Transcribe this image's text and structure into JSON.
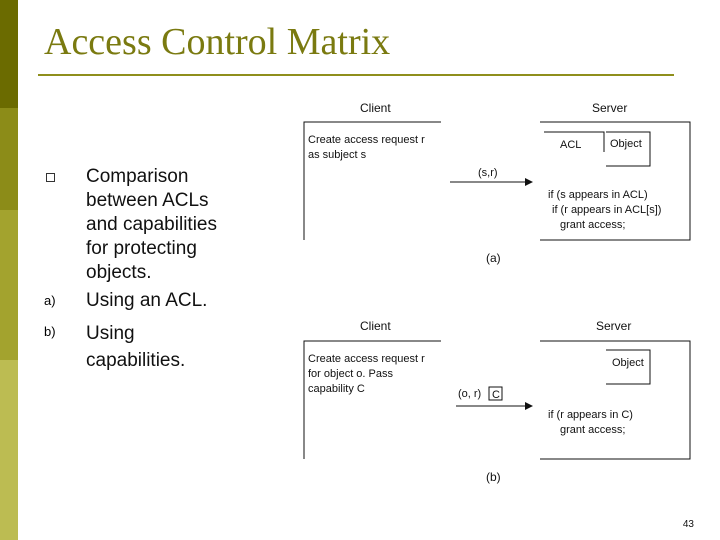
{
  "slide": {
    "title": "Access Control Matrix",
    "page_number": "43"
  },
  "bullets": [
    {
      "marker": "",
      "text_lines": [
        "Comparison",
        "between ACLs",
        "and capabilities",
        "for protecting",
        "objects."
      ]
    },
    {
      "marker": "a)",
      "text_lines": [
        "Using an ACL."
      ]
    },
    {
      "marker": "b)",
      "text_lines": [
        "Using",
        "capabilities."
      ]
    }
  ],
  "diagram": {
    "part_a": {
      "client_label": "Client",
      "server_label": "Server",
      "client_text": [
        "Create access request r",
        "as subject s"
      ],
      "message": "(s,r)",
      "acl_label": "ACL",
      "object_label": "Object",
      "server_text": [
        "if (s appears in ACL)",
        "if (r appears in ACL[s])",
        "grant access;"
      ],
      "caption": "(a)"
    },
    "part_b": {
      "client_label": "Client",
      "server_label": "Server",
      "client_text": [
        "Create access request r",
        "for object o. Pass",
        "capability C"
      ],
      "message": "(o, r)",
      "capability_box": "C",
      "object_label": "Object",
      "server_text": [
        "if (r appears in C)",
        "grant access;"
      ],
      "caption": "(b)"
    }
  }
}
